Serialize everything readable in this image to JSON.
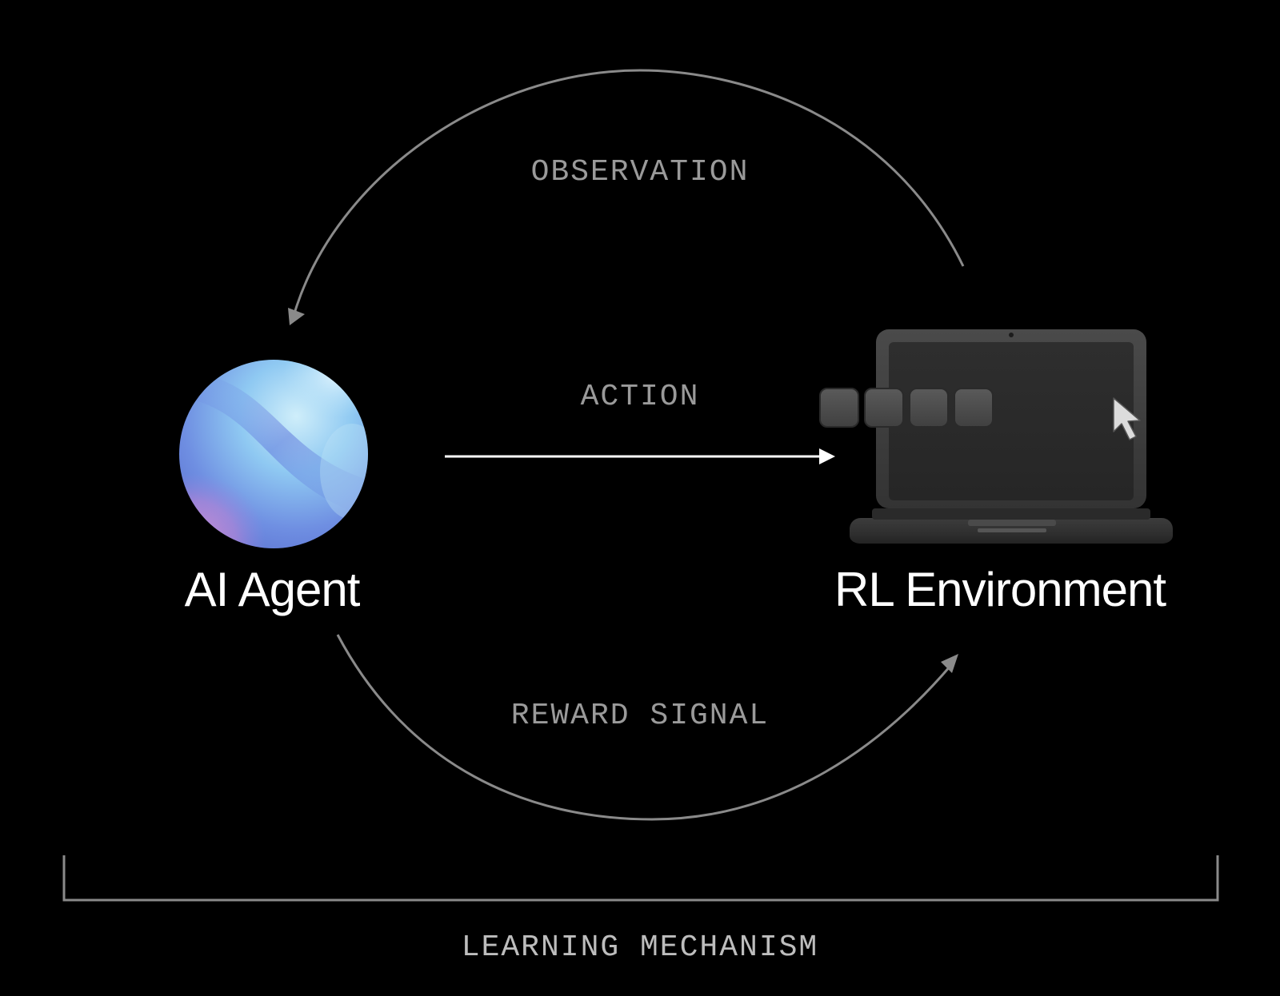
{
  "diagram": {
    "labels": {
      "observation": "OBSERVATION",
      "action": "ACTION",
      "reward_signal": "REWARD SIGNAL",
      "learning_mechanism": "LEARNING MECHANISM"
    },
    "nodes": {
      "agent": {
        "name": "AI Agent",
        "icon": "gradient-sphere-icon"
      },
      "environment": {
        "name": "RL Environment",
        "icon": "laptop-icon"
      }
    },
    "edges": [
      {
        "from": "environment",
        "to": "agent",
        "label": "OBSERVATION",
        "style": "curved-arrow"
      },
      {
        "from": "agent",
        "to": "environment",
        "label": "ACTION",
        "style": "straight-arrow"
      },
      {
        "from": "agent",
        "to": "environment",
        "label": "REWARD SIGNAL",
        "style": "curved-arrow"
      }
    ],
    "colors": {
      "background": "#000000",
      "arc": "#8a8a8a",
      "action_arrow": "#ffffff",
      "label_text": "#9a9a9a",
      "node_text": "#ffffff",
      "sphere_light": "#bfe6f7",
      "sphere_blue": "#6a8ee6",
      "sphere_pink": "#d88bd0"
    }
  }
}
